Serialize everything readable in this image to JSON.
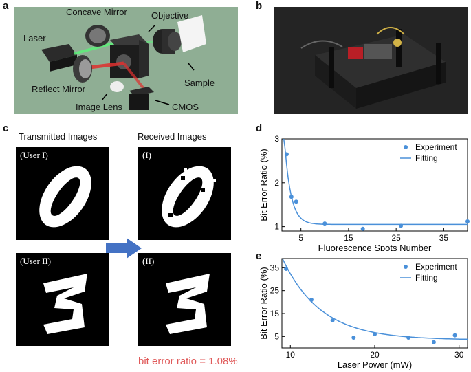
{
  "panels": {
    "a": "a",
    "b": "b",
    "c": "c",
    "d": "d",
    "e": "e"
  },
  "setup_labels": {
    "concave_mirror": "Concave Mirror",
    "objective": "Objective",
    "laser": "Laser",
    "reflect_mirror": "Reflect Mirror",
    "sample": "Sample",
    "image_lens": "Image Lens",
    "cmos": "CMOS"
  },
  "panel_c": {
    "transmitted_title": "Transmitted Images",
    "received_title": "Received Images",
    "user1": "(User I)",
    "user2": "(User II)",
    "recv1": "(I)",
    "recv2": "(II)",
    "ber_text": "bit error ratio = 1.08%",
    "ber_color": "#e05a5a",
    "arrow_color": "#4472c4"
  },
  "chart_data": [
    {
      "type": "scatter",
      "xlabel": "Fluorescence Spots Number",
      "ylabel": "Bit Error Ratio (%)",
      "xlim": [
        1,
        40
      ],
      "ylim": [
        0.9,
        3.0
      ],
      "xticks": [
        5,
        15,
        25,
        35
      ],
      "yticks": [
        1,
        2,
        3
      ],
      "legend": [
        "Experiment",
        "Fitting"
      ],
      "legend_placement": "top-right",
      "color": "#4a90d9",
      "series": [
        {
          "name": "Experiment",
          "x": [
            2,
            3,
            4,
            10,
            18,
            26,
            40
          ],
          "y": [
            2.65,
            1.68,
            1.57,
            1.07,
            0.95,
            1.02,
            1.12
          ]
        },
        {
          "name": "Fitting",
          "fit": {
            "a": 1.05,
            "b": 6.0,
            "c": 0.75
          }
        }
      ]
    },
    {
      "type": "scatter",
      "xlabel": "Laser Power (mW)",
      "ylabel": "Bit Error Ratio (%)",
      "xlim": [
        9,
        31
      ],
      "ylim": [
        0,
        39
      ],
      "xticks": [
        10,
        20,
        30
      ],
      "yticks": [
        5,
        15,
        25,
        35
      ],
      "legend": [
        "Experiment",
        "Fitting"
      ],
      "legend_placement": "top-right",
      "color": "#4a90d9",
      "series": [
        {
          "name": "Experiment",
          "x": [
            9.5,
            12.5,
            15,
            17.5,
            20,
            24,
            27,
            29.5
          ],
          "y": [
            34.5,
            21,
            12,
            4.5,
            6,
            4.5,
            2.5,
            5.5
          ]
        },
        {
          "name": "Fitting",
          "fit": {
            "a": 3.5,
            "b": 36,
            "c": 0.22,
            "x0": 9
          }
        }
      ]
    }
  ]
}
